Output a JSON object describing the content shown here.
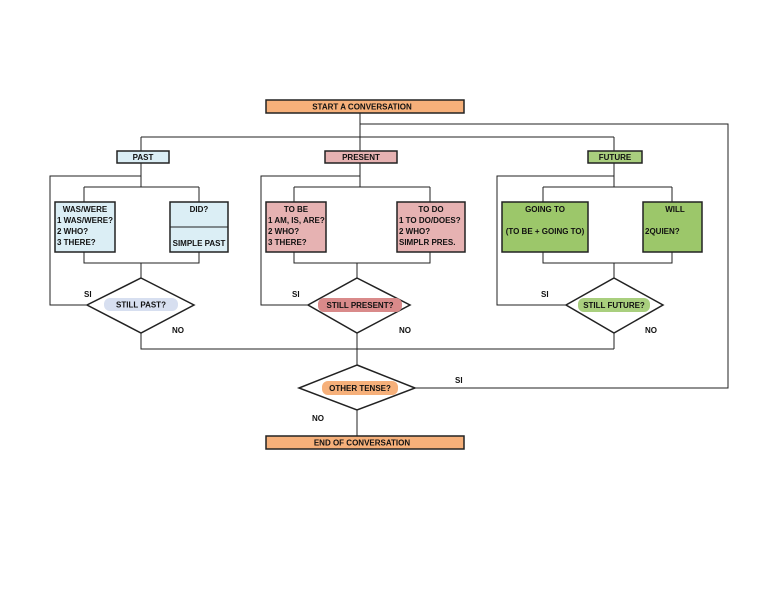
{
  "colors": {
    "start_fill": "#f6b07a",
    "past_fill": "#dbeef5",
    "present_fill": "#e6b2b2",
    "future_fill": "#a9cf7e",
    "future_box_fill": "#9cc76a",
    "past_pill": "#d7dff0",
    "present_pill": "#d98a8a",
    "future_pill": "#a9cf7e",
    "other_pill": "#f6b07a",
    "line": "#222222"
  },
  "start": "START A CONVERSATION",
  "end": "END OF CONVERSATION",
  "tenses": {
    "past": {
      "title": "PAST",
      "box1": [
        "WAS/WERE",
        "1 WAS/WERE?",
        "2 WHO?",
        "3 THERE?"
      ],
      "box2_top": "DID?",
      "box2_bottom": "SIMPLE PAST",
      "decision": "STILL PAST?"
    },
    "present": {
      "title": "PRESENT",
      "box1": [
        "TO BE",
        "1 AM, IS, ARE?",
        "2 WHO?",
        "3 THERE?"
      ],
      "box2": [
        "TO DO",
        "1 TO DO/DOES?",
        "2 WHO?",
        "SIMPLR PRES."
      ],
      "decision": "STILL PRESENT?"
    },
    "future": {
      "title": "FUTURE",
      "box1": [
        "GOING TO",
        "(TO BE + GOING TO)"
      ],
      "box2": [
        "WILL",
        "2QUIEN?"
      ],
      "decision": "STILL FUTURE?"
    }
  },
  "other_decision": "OTHER TENSE?",
  "yes": "SI",
  "no": "NO"
}
